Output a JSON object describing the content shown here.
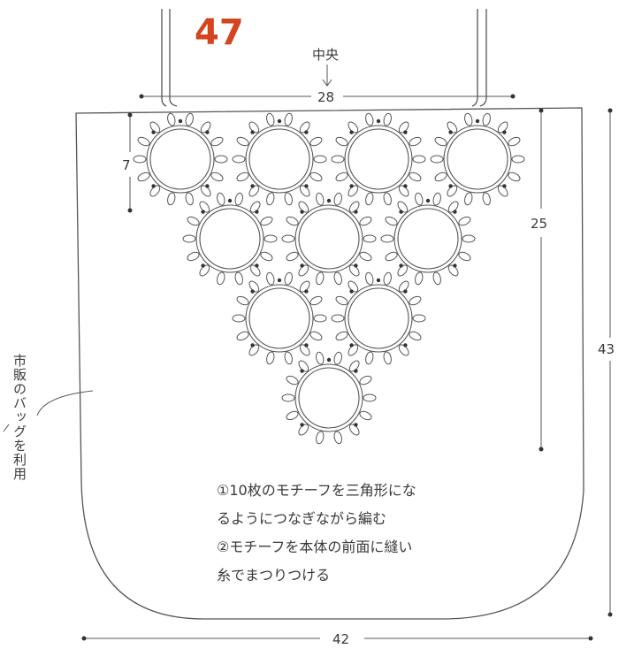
{
  "figure_number": "47",
  "center_label": "中央",
  "dimensions": {
    "handle_span": "28",
    "motif_height": "7",
    "motif_block_height": "25",
    "bag_height": "43",
    "bag_width": "42"
  },
  "side_label": "市販のバッグを利用",
  "instructions": [
    "①10枚のモチーフを三角形にな",
    "るようにつなぎながら編む",
    "②モチーフを本体の前面に縫い",
    "糸でまつりつける"
  ],
  "motif_rows": [
    4,
    3,
    2,
    1
  ],
  "colors": {
    "line": "#555555",
    "figure_number": "#d4451f"
  }
}
